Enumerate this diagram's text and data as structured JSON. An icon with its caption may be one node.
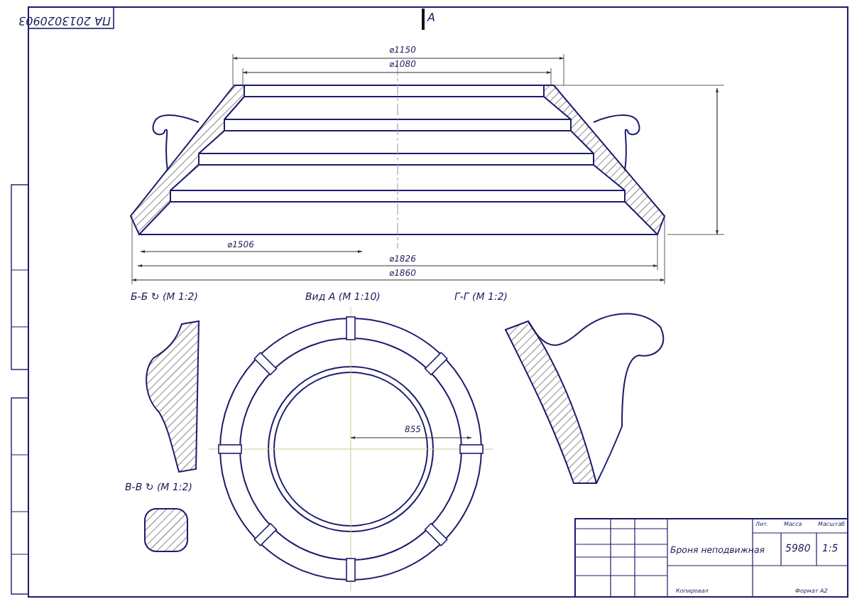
{
  "diagram": {
    "labels": [
      "ПА 2013020903",
      "А",
      "⌀1150",
      "⌀1080",
      "⌀1506",
      "⌀1826",
      "⌀1860",
      "Б-Б ↻ (М 1:2)",
      "Вид А (М 1:10)",
      "Г-Г (М 1:2)",
      "855",
      "В-В ↻ (М 1:2)",
      "Лит.",
      "Масса",
      "Масштаб",
      "Броня неподвижная",
      "5980",
      "1:5",
      "Копировал",
      "Формат А2"
    ]
  }
}
